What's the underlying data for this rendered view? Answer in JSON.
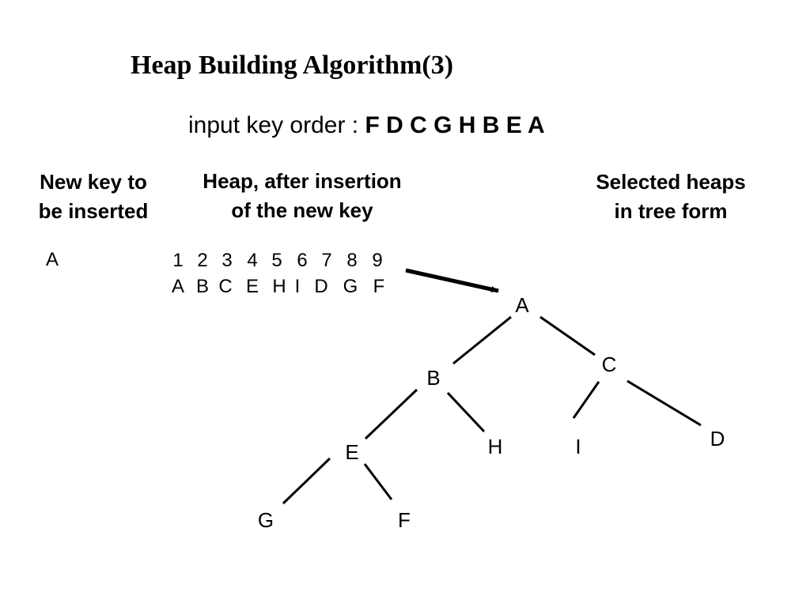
{
  "title": "Heap Building Algorithm(3)",
  "input_label": "input key order : ",
  "input_keys": "F D C G H B E A",
  "col_new_key": "New key to\nbe inserted",
  "col_heap": "Heap, after insertion\nof the new key",
  "col_tree": "Selected heaps\nin tree form",
  "new_key": "A",
  "heap_indices": [
    "1",
    "2",
    "3",
    "4",
    "5",
    "6",
    "7",
    "8",
    "9"
  ],
  "heap_values": [
    "A",
    "B",
    "C",
    "E",
    "H",
    "I",
    "D",
    "G",
    "F"
  ],
  "tree_nodes": {
    "A": "A",
    "B": "B",
    "C": "C",
    "E": "E",
    "H": "H",
    "I": "I",
    "D": "D",
    "G": "G",
    "F": "F"
  }
}
